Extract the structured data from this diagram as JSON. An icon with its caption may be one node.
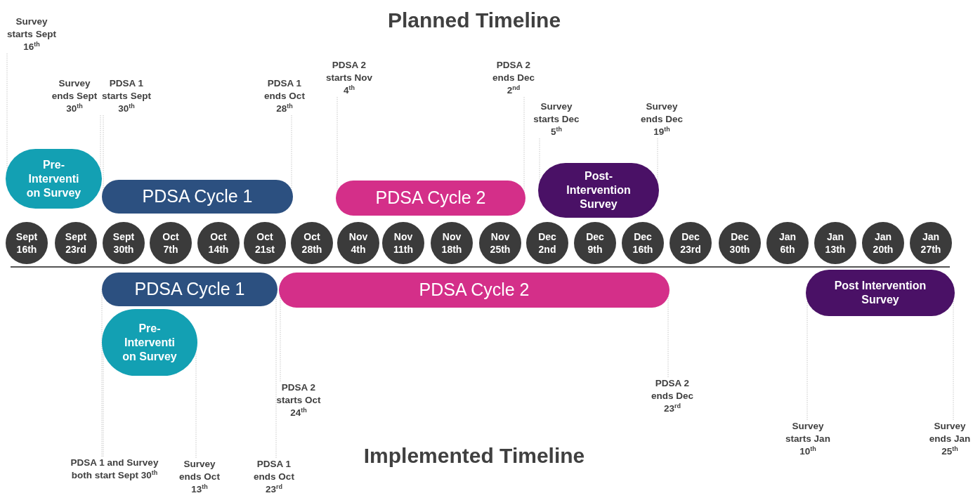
{
  "diagram": {
    "title": "Planned Timeline",
    "nodes": [
      {
        "text": [
          "Survey starts Sept 16$^{th}$"
        ]
      },
      {
        "text": [
          "Survey ends Sept 30$^{th}$"
        ]
      },
      {
        "text": [
          "PDSA 1 starts Sept 30$^{th}$"
        ]
      },
      {
        "text": [
          "PDSA 1 ends Oct 28$^{th}$"
        ]
      },
      {
        "text": [
          "PDSA 2 starts Nov 4$^{th}$"
        ]
      },
      {
        "text": [
          "PDSA 2 ends Dec 2$^{nd}$"
        ]
      },
      {
        "text": [
          "Survey starts Dec 5$^{th}$"
        ]
      },
      {
        "text": [
          "Survey ends Dec 19$^{th}$"
        ]
      },
      {
        "text": [
          "Pre- Interventi on Survey"
        ]
      },
      {
        "text": [
          "PDSA Cycle 1"
        ]
      },
      {
        "text": [
          "PDSA Cycle 2"
        ]
      },
      {
        "text": [
          "Post- Intervention Survey"
        ]
      },
      {
        "text": [
          "Sept 16th"
        ]
      },
      {
        "text": [
          "Sept 23rd"
        ]
      },
      {
        "text": [
          "Sept 30th"
        ]
      },
      {
        "text": [
          "Oct 7th"
        ]
      },
      {
        "text": [
          "Oct 14th"
        ]
      },
      {
        "text": [
          "Oct 21st"
        ]
      },
      {
        "text": [
          "Oct 28th"
        ]
      },
      {
        "text": [
          "Nov 4th"
        ]
      },
      {
        "text": [
          "Nov 11th"
        ]
      },
      {
        "text": [
          "Nov 18th"
        ]
      },
      {
        "text": [
          "Nov 25th"
        ]
      },
      {
        "text": [
          "Dec 2nd"
        ]
      },
      {
        "text": [
          "Dec 9th"
        ]
      },
      {
        "text": [
          "Dec 16th"
        ]
      },
      {
        "text": [
          "Dec 23rd"
        ]
      },
      {
        "text": [
          "Dec 30th"
        ]
      },
      {
        "text": [
          "Jan 6th"
        ]
      },
      {
        "text": [
          "Jan 13th"
        ]
      },
      {
        "text": [
          "Jan 20th"
        ]
      },
      {
        "text": [
          "Jan 27th"
        ]
      },
      {
        "text": [
          "PDSA Cycle 1"
        ]
      },
      {
        "text": [
          "PDSA Cycle 2"
        ]
      },
      {
        "text": [
          "Pre- Interventi on Survey"
        ]
      },
      {
        "text": [
          "Post Intervention Survey"
        ]
      },
      {
        "text": [
          "PDSA 2 starts Oct 24$^{th}$"
        ]
      },
      {
        "text": [
          "PDSA 2 ends Dec 23$^{rd}$"
        ]
      },
      {
        "text": [
          "Survey starts Jan 10$^{th}$"
        ]
      },
      {
        "text": [
          "Survey ends Jan 25$^{th}$"
        ]
      },
      {
        "text": [
          "PDSA 1 and Survey both start Sept 30$^{th}$"
        ]
      },
      {
        "text": [
          "Survey ends Oct 13$^{th}$"
        ]
      },
      {
        "text": [
          "PDSA 1 ends Oct 23$^{rd}$"
        ]
      }
    ],
    "edges": [
      {
        "from": 0,
        "to": 8,
        "arrow": "none"
      },
      {
        "from": 1,
        "to": 8,
        "arrow": "none"
      },
      {
        "from": 2,
        "to": 9,
        "arrow": "none"
      },
      {
        "from": 3,
        "to": 9,
        "arrow": "none"
      },
      {
        "from": 4,
        "to": 10,
        "arrow": "none"
      },
      {
        "from": 5,
        "to": 10,
        "arrow": "none"
      },
      {
        "from": 6,
        "to": 11,
        "arrow": "none"
      },
      {
        "from": 7,
        "to": 11,
        "arrow": "none"
      },
      {
        "from": 36,
        "to": 33,
        "arrow": "none"
      },
      {
        "from": 37,
        "to": 33,
        "arrow": "none"
      },
      {
        "from": 38,
        "to": 35,
        "arrow": "none"
      },
      {
        "from": 39,
        "to": 35,
        "arrow": "none"
      },
      {
        "from": 40,
        "to": 32,
        "arrow": "none"
      },
      {
        "from": 40,
        "to": 34,
        "arrow": "none"
      },
      {
        "from": 41,
        "to": 34,
        "arrow": "none"
      },
      {
        "from": 42,
        "to": 32,
        "arrow": "none"
      }
    ],
    "labels": [
      "Implemented Timeline"
    ]
  }
}
